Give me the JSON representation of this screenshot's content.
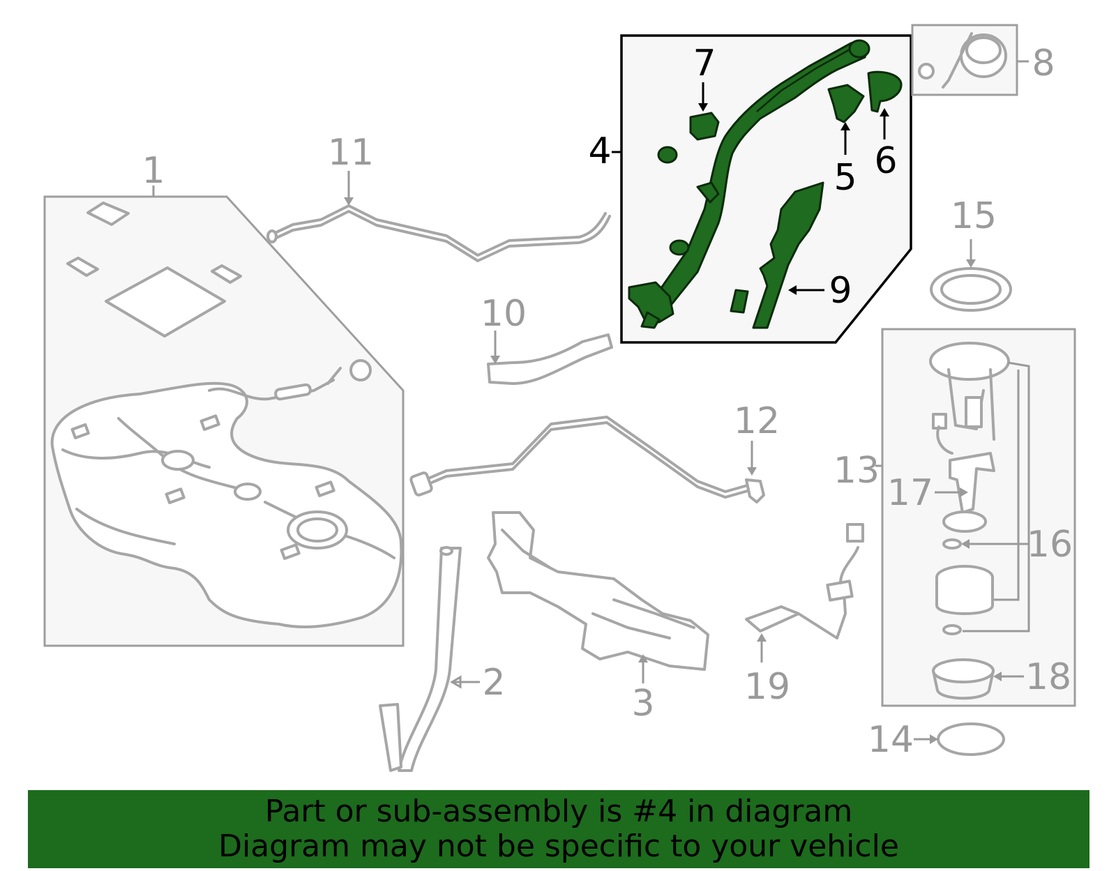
{
  "callouts": {
    "c1": "1",
    "c2": "2",
    "c3": "3",
    "c4": "4",
    "c5": "5",
    "c6": "6",
    "c7": "7",
    "c8": "8",
    "c9": "9",
    "c10": "10",
    "c11": "11",
    "c12": "12",
    "c13": "13",
    "c14": "14",
    "c15": "15",
    "c16": "16",
    "c17": "17",
    "c18": "18",
    "c19": "19"
  },
  "highlight_part": "4",
  "colors": {
    "highlight": "#1f6b1f",
    "banner": "#1d6b1d",
    "inactive": "#a6a6a6"
  },
  "banner": {
    "line1": "Part or sub-assembly is #4 in diagram",
    "line2": "Diagram may not be specific to your vehicle"
  }
}
